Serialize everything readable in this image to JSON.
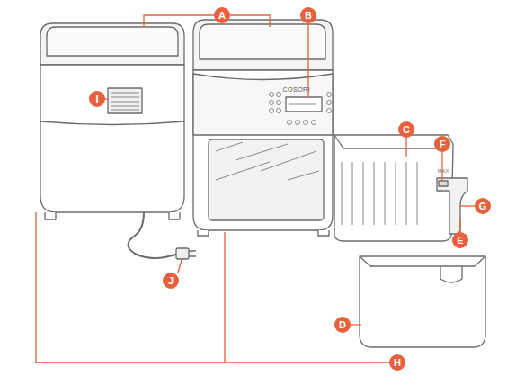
{
  "diagram": {
    "labels": [
      "A",
      "B",
      "C",
      "D",
      "E",
      "F",
      "G",
      "H",
      "I",
      "J",
      "COSORI",
      "MAX"
    ]
  }
}
